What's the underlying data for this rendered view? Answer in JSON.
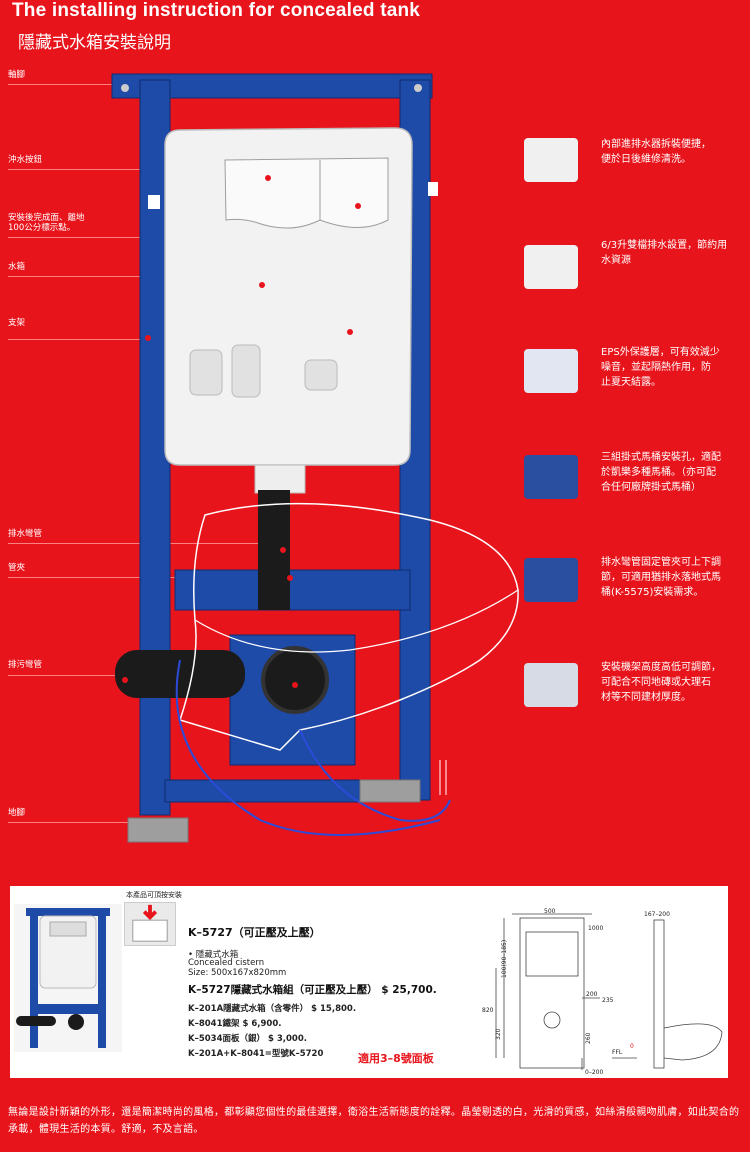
{
  "header": {
    "title_en": "The installing instruction for concealed tank",
    "title_zh": "隱藏式水箱安裝說明"
  },
  "labels": [
    {
      "text": "軸腳"
    },
    {
      "text": "沖水按鈕"
    },
    {
      "text": "安裝後完成面、離地\n100公分標示點。"
    },
    {
      "text": "水箱"
    },
    {
      "text": "支架"
    },
    {
      "text": "排水彎管"
    },
    {
      "text": "管夾"
    },
    {
      "text": "排污彎管"
    },
    {
      "text": "地腳"
    }
  ],
  "features": [
    {
      "text": "內部進排水器拆裝便捷，\n便於日後維修清洗。"
    },
    {
      "text": "6/3升雙檔排水設置，節約用\n水資源"
    },
    {
      "text": "EPS外保護層，可有效減少\n噪音，並起隔熱作用，防\n止夏天結露。"
    },
    {
      "text": "三組掛式馬桶安裝孔，適配\n於凱樂多種馬桶。（亦可配\n合任何廠牌掛式馬桶）"
    },
    {
      "text": "排水彎管固定管夾可上下調\n節，可適用猶排水落地式馬\n桶(K-5575)安裝需求。"
    },
    {
      "text": "安裝機架高度高低可調節，\n可配合不同地磚或大理石\n材等不同建材厚度。"
    }
  ],
  "product": {
    "flush_note": "本產品可頂按安裝",
    "model": "K–5727（可正壓及上壓）",
    "desc_zh": "• 隱藏式水箱",
    "desc_en": "Concealed cistern",
    "size": "Size:  500x167x820mm",
    "set_name": "K–5727隱藏式水箱組（可正壓及上壓）",
    "set_price": "$ 25,700.",
    "items": [
      {
        "name": "K–201A隱藏式水箱（含零件）",
        "price": "$ 15,800."
      },
      {
        "name": "K–8041鐵架",
        "price": "$ 6,900."
      },
      {
        "name": "K–5034面板（銀）",
        "price": "$ 3,000."
      },
      {
        "name": "K–201A+K–8041=型號K–5720",
        "price": ""
      }
    ],
    "applies": "適用3–8號面板"
  },
  "drawing": {
    "dims": [
      "500",
      "1000",
      "820",
      "100(90–185)",
      "200",
      "235",
      "320",
      "260",
      "0–200",
      "167–200",
      "FFL",
      "0"
    ]
  },
  "footer": {
    "text": "無論是設計新穎的外形，還是簡潔時尚的風格，都彰顯您個性的最佳選擇，衛浴生活新態度的詮釋。晶瑩剔透的白，光滑的質感，如絲滑般親吻肌膚，如此契合的承載，體現生活的本質。舒適，不及言語。"
  },
  "colors": {
    "background": "#e8141c",
    "frame_blue": "#1e4aa8",
    "tank_white": "#f2f2f2"
  }
}
